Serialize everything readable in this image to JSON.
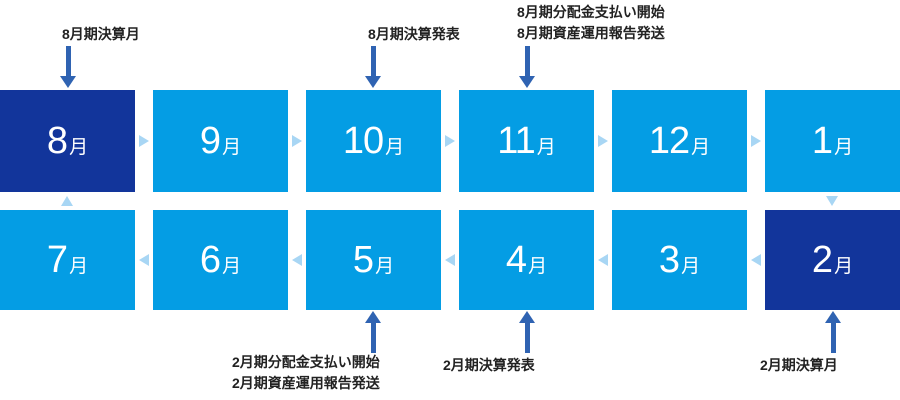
{
  "colors": {
    "month_dark": "#12359B",
    "month_light": "#049DE4",
    "flow_arrow": "#A8D6F4",
    "annotation_arrow": "#2F63B2",
    "annotation_text": "#222222",
    "month_text": "#FFFFFF"
  },
  "months": {
    "top_row": [
      {
        "label": "8",
        "suffix": "月",
        "variant": "dark"
      },
      {
        "label": "9",
        "suffix": "月",
        "variant": "light"
      },
      {
        "label": "10",
        "suffix": "月",
        "variant": "light"
      },
      {
        "label": "11",
        "suffix": "月",
        "variant": "light"
      },
      {
        "label": "12",
        "suffix": "月",
        "variant": "light"
      },
      {
        "label": "1",
        "suffix": "月",
        "variant": "light"
      }
    ],
    "bottom_row": [
      {
        "label": "7",
        "suffix": "月",
        "variant": "light"
      },
      {
        "label": "6",
        "suffix": "月",
        "variant": "light"
      },
      {
        "label": "5",
        "suffix": "月",
        "variant": "light"
      },
      {
        "label": "4",
        "suffix": "月",
        "variant": "light"
      },
      {
        "label": "3",
        "suffix": "月",
        "variant": "light"
      },
      {
        "label": "2",
        "suffix": "月",
        "variant": "dark"
      }
    ]
  },
  "annotations": {
    "aug_settlement_month": {
      "text": "8月期決算月"
    },
    "aug_results_announcement": {
      "text": "8月期決算発表"
    },
    "aug_distribution": {
      "line1": "8月期分配金支払い開始",
      "line2": "8月期資産運用報告発送"
    },
    "feb_distribution": {
      "line1": "2月期分配金支払い開始",
      "line2": "2月期資産運用報告発送"
    },
    "feb_results_announcement": {
      "text": "2月期決算発表"
    },
    "feb_settlement_month": {
      "text": "2月期決算月"
    }
  }
}
